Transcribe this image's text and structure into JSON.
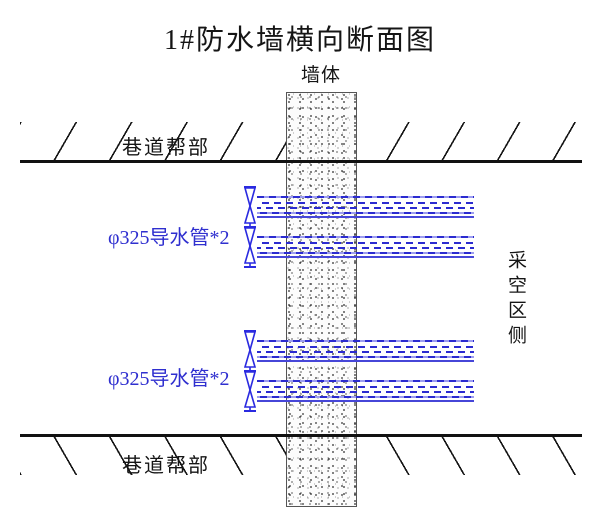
{
  "title": "1#防水墙横向断面图",
  "wall": {
    "label": "墙体"
  },
  "roadway": {
    "top_label": "巷道帮部",
    "bottom_label": "巷道帮部"
  },
  "goaf": {
    "label": "采空区侧"
  },
  "pipes": {
    "group1": {
      "label": "φ325导水管*2"
    },
    "group2": {
      "label": "φ325导水管*2"
    }
  },
  "colors": {
    "pipe_dash_blue": "#2b2bd0",
    "pipe_light_blue": "#9d9df0",
    "pipe_bottom_blue": "#4646d8",
    "label_blue": "#2f2fcf",
    "line_black": "#111111",
    "valve_blue": "#2a2ae0"
  }
}
